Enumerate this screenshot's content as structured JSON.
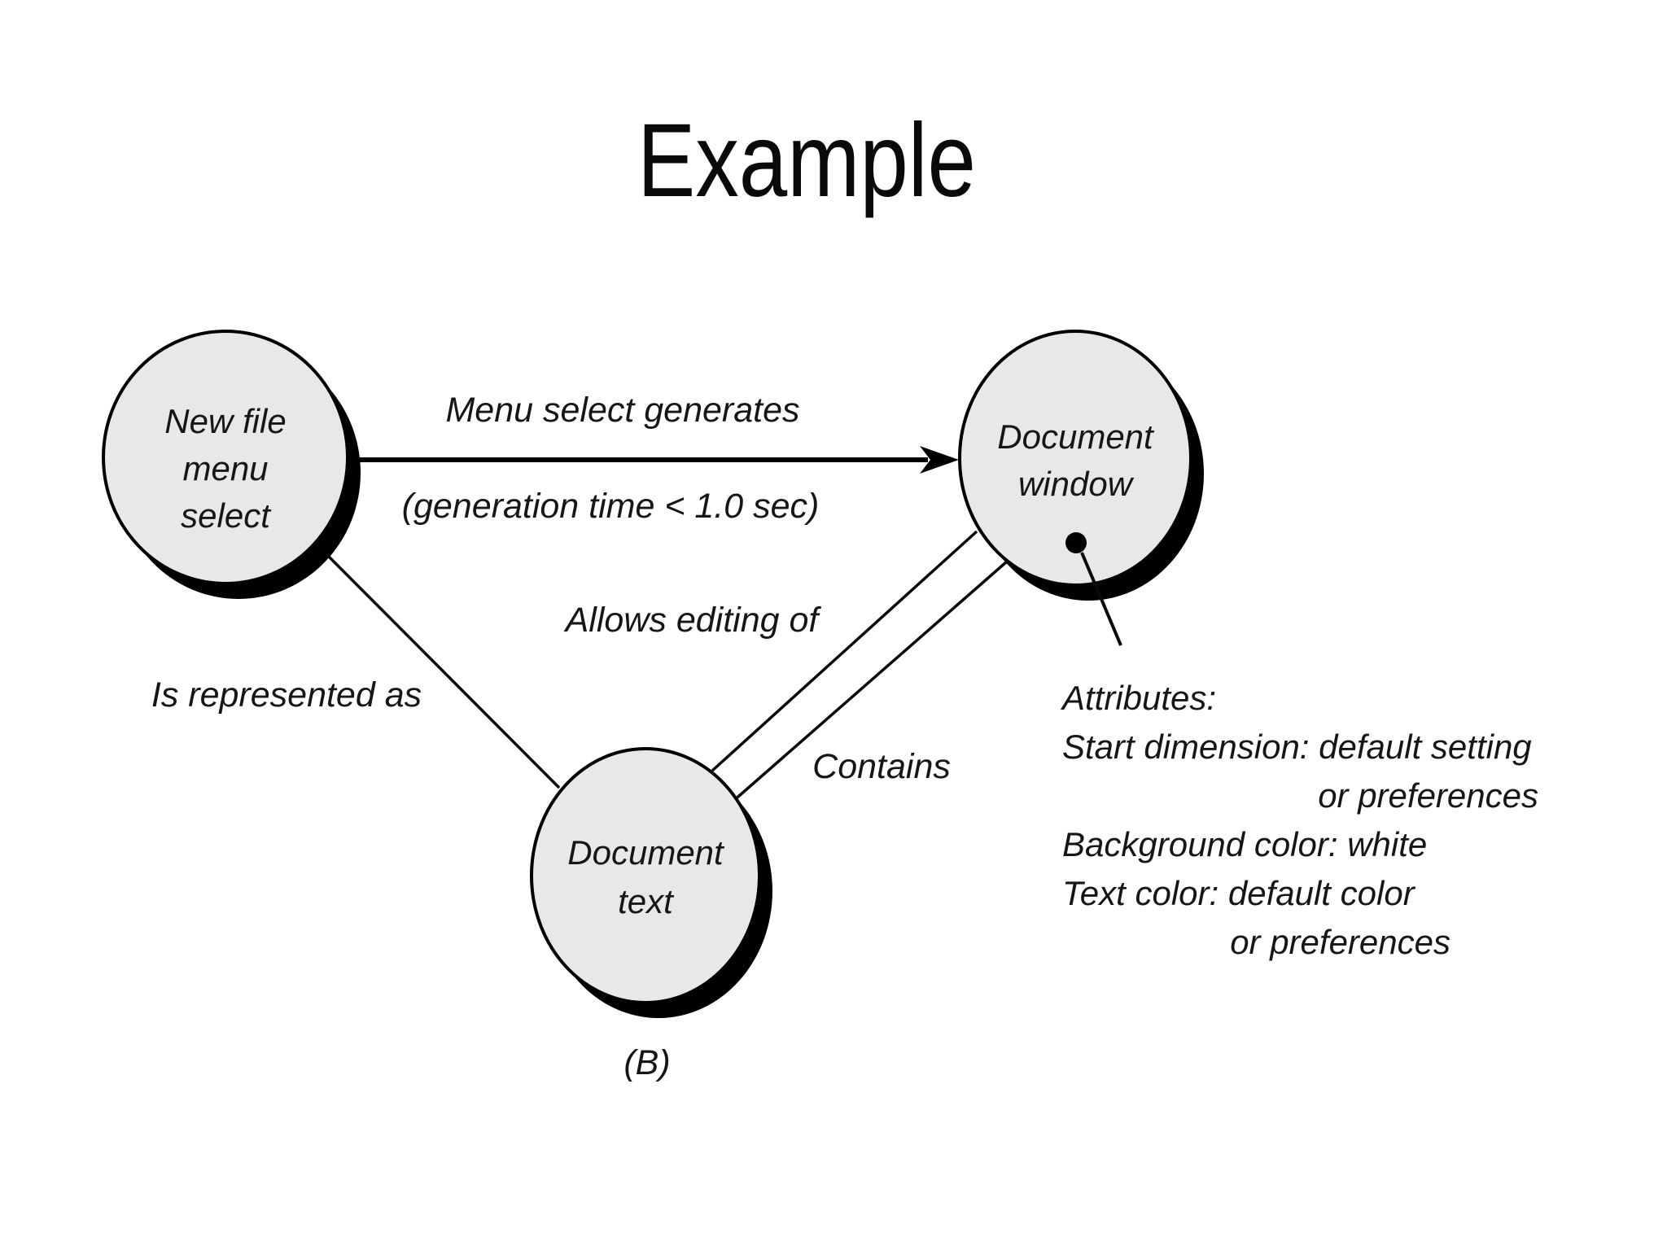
{
  "title": "Example",
  "nodes": [
    {
      "id": "new-file-menu-select",
      "lines": [
        "New file",
        "menu",
        "select"
      ]
    },
    {
      "id": "document-window",
      "lines": [
        "Document",
        "window"
      ]
    },
    {
      "id": "document-text",
      "lines": [
        "Document",
        "text"
      ]
    }
  ],
  "edges": {
    "menu_select": {
      "label": "Menu select generates",
      "sublabel": "(generation time < 1.0 sec)"
    },
    "is_represented_as": {
      "label": "Is represented as"
    },
    "allows_editing_of": {
      "label": "Allows editing of"
    },
    "contains": {
      "label": "Contains"
    }
  },
  "attributes_note": {
    "lines": [
      "Attributes:",
      "Start dimension: default setting",
      "or preferences",
      "Background color: white",
      "Text color: default color",
      "or preferences"
    ]
  },
  "figure_label": "(B)",
  "colors": {
    "background": "#ffffff",
    "node_fill": "#e8e8e8",
    "node_stroke": "#000000",
    "shadow": "#000000",
    "text": "#161616"
  }
}
